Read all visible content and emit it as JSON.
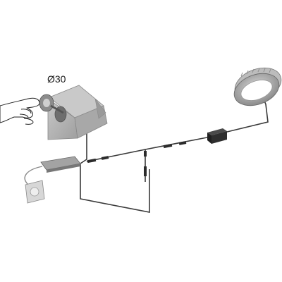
{
  "diagram": {
    "dimension_label": "Ø30",
    "components": [
      {
        "name": "hand-pressing-switch",
        "icon": "hand-icon"
      },
      {
        "name": "touch-switch-button",
        "icon": "round-button-icon"
      },
      {
        "name": "mounting-block-with-hole",
        "icon": "cut-block-icon"
      },
      {
        "name": "led-driver",
        "icon": "power-supply-icon"
      },
      {
        "name": "wall-plug",
        "icon": "plug-icon"
      },
      {
        "name": "junction-box",
        "icon": "junction-box-icon"
      },
      {
        "name": "led-downlight-ring",
        "icon": "downlight-icon"
      }
    ],
    "colors": {
      "block_face": "#b7b7b7",
      "block_shadow": "#8e8e8e",
      "cable": "#3a3a3a",
      "junction_box": "#2b2b2b",
      "driver": "#9d9d9d",
      "light_ring": "#9a9a9a"
    }
  }
}
